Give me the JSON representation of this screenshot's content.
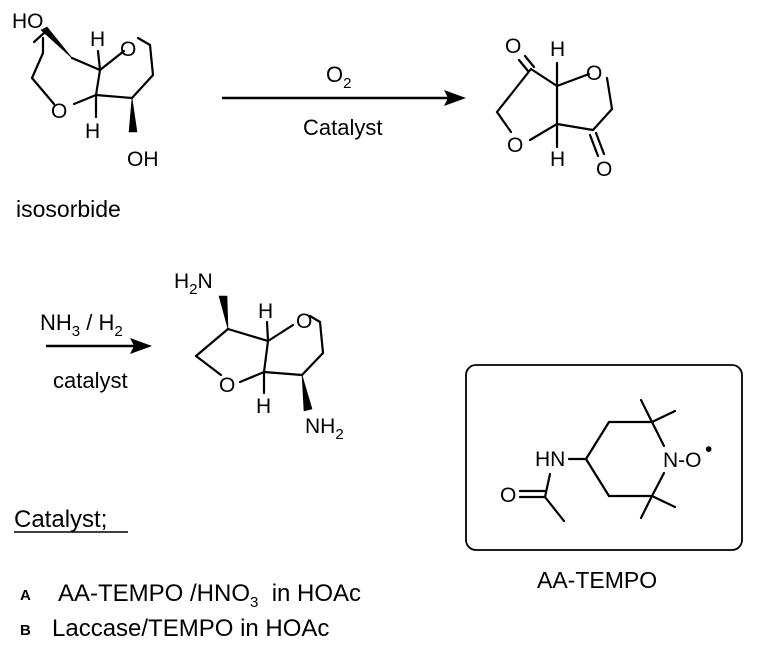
{
  "isosorbide": {
    "ho": "HO",
    "h_top": "H",
    "o_right": "O",
    "o_left": "O",
    "h_bottom": "H",
    "oh": "OH",
    "name": "isosorbide"
  },
  "step1": {
    "reagent_main": "O",
    "reagent_sub": "2",
    "condition": "Catalyst"
  },
  "diketone": {
    "o_ketone_top": "O",
    "h_top": "H",
    "o_ring_right": "O",
    "o_ring_left": "O",
    "h_bottom": "H",
    "o_ketone_bottom": "O"
  },
  "step2": {
    "nh": "NH",
    "nh_sub": "3",
    "sep": " / H",
    "h_sub": "2",
    "condition": "catalyst"
  },
  "diamine": {
    "h2n_h": "H",
    "h2n_sub": "2",
    "h2n_n": "N",
    "h_top": "H",
    "o_right": "O",
    "o_left": "O",
    "h_bottom": "H",
    "nh2_nh": "NH",
    "nh2_sub": "2"
  },
  "aa_tempo": {
    "hn": "HN",
    "n": "N",
    "dash": "-",
    "o": "O",
    "radical": "•",
    "o_carbonyl": "O",
    "name": "AA-TEMPO"
  },
  "catalyst_legend": {
    "heading": "Catalyst;",
    "items": [
      {
        "letter": "A",
        "text_main": "AA-TEMPO /HNO",
        "text_sub": "3",
        "text_tail": "  in HOAc"
      },
      {
        "letter": "B",
        "text_main": "Laccase/TEMPO in HOAc"
      }
    ]
  }
}
